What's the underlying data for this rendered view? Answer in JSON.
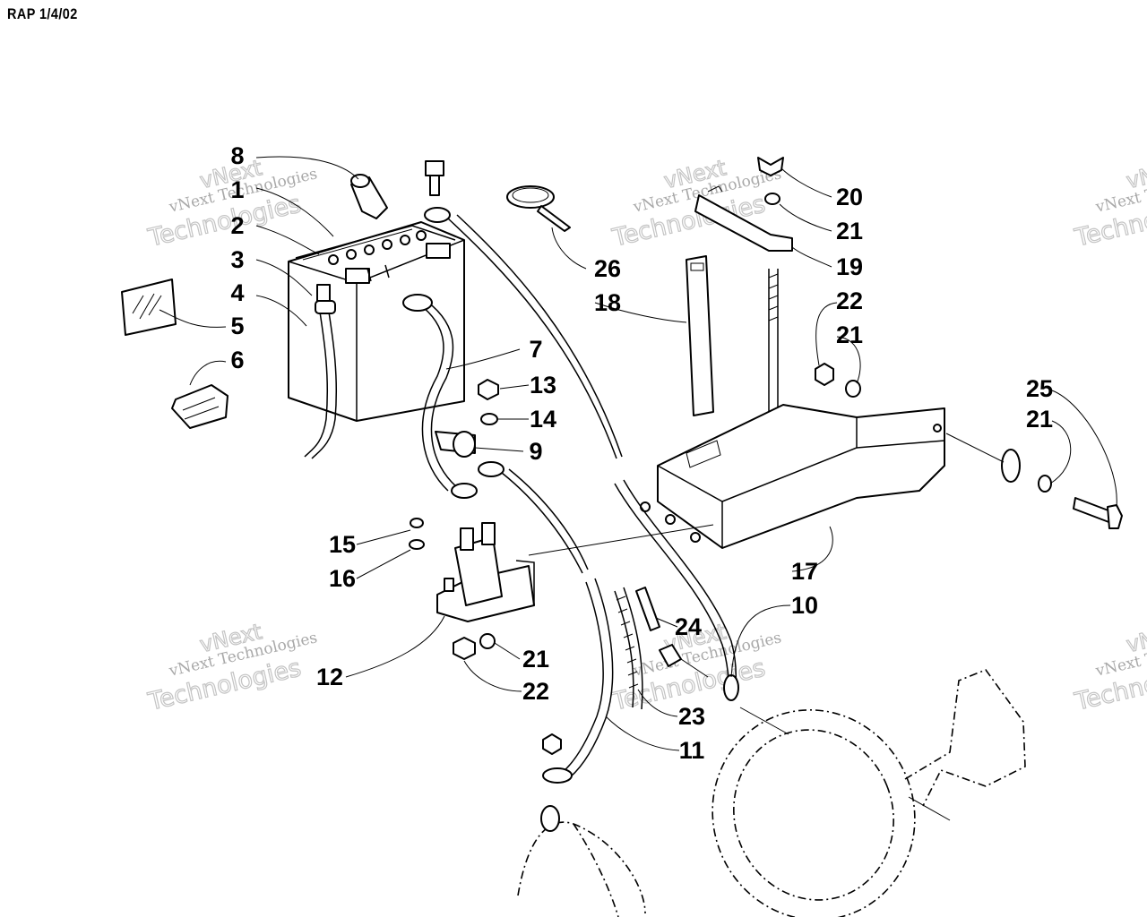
{
  "header": {
    "code": "RAP 1/4/02"
  },
  "callouts": [
    "8",
    "1",
    "2",
    "3",
    "4",
    "5",
    "6",
    "7",
    "13",
    "14",
    "9",
    "15",
    "16",
    "12",
    "21",
    "22",
    "26",
    "18",
    "20",
    "21",
    "19",
    "22",
    "21",
    "25",
    "21",
    "17",
    "10",
    "24",
    "23",
    "11"
  ],
  "watermarks": [
    {
      "small": "vNext Technologies",
      "outline_top": "vNext",
      "outline_big": "Technologies"
    },
    {
      "small": "vNext Technologies",
      "outline_top": "vNext",
      "outline_big": "Technologies"
    },
    {
      "small": "vNext Technologies",
      "outline_top": "vNext",
      "outline_big": "Technologies"
    },
    {
      "small": "vNext Technologies",
      "outline_top": "vNext",
      "outline_big": "Technologies"
    },
    {
      "small": "vNext Technologies",
      "outline_top": "vNext",
      "outline_big": "Technologies"
    },
    {
      "small": "vNext Technologies",
      "outline_top": "vNext",
      "outline_big": "Technologies"
    }
  ]
}
